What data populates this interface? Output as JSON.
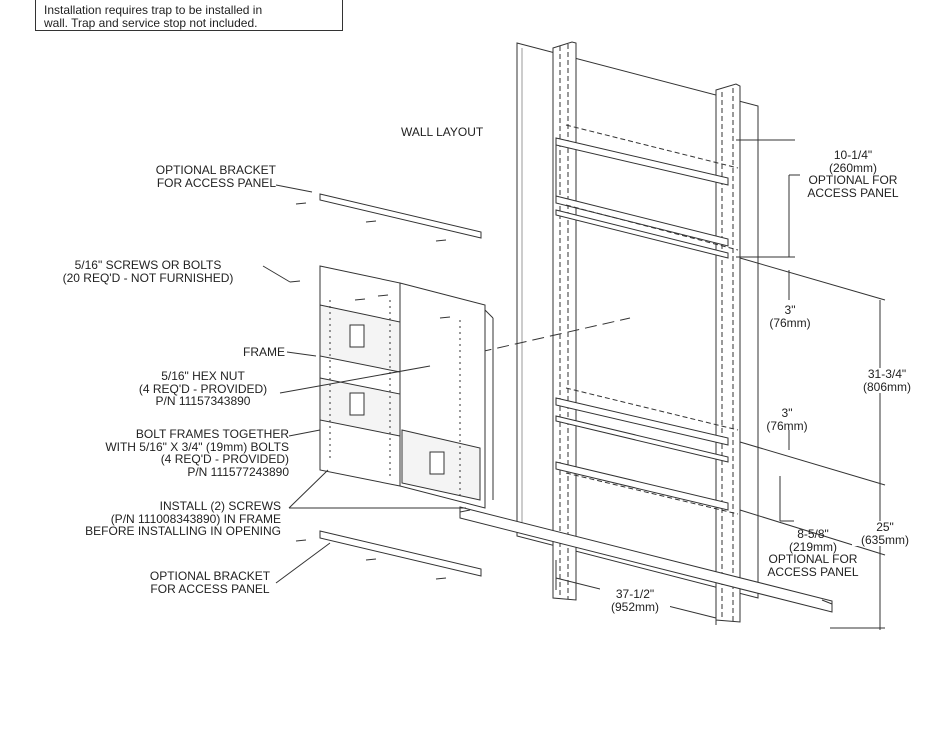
{
  "note": {
    "line1": "Installation requires trap to be installed in",
    "line2": "wall. Trap and service stop not included."
  },
  "title": "WALL LAYOUT",
  "labels": {
    "bracket_top": [
      "OPTIONAL BRACKET",
      "FOR ACCESS PANEL"
    ],
    "screws": [
      "5/16\" SCREWS OR BOLTS",
      "(20 REQ'D - NOT FURNISHED)"
    ],
    "frame": "FRAME",
    "hex_nut": [
      "5/16\" HEX NUT",
      "(4 REQ'D - PROVIDED)",
      "P/N 11157343890"
    ],
    "bolt_frames": [
      "BOLT FRAMES TOGETHER",
      "WITH 5/16\" X 3/4\" (19mm) BOLTS",
      "(4 REQ'D - PROVIDED)",
      "P/N 111577243890"
    ],
    "install_screws": [
      "INSTALL (2) SCREWS",
      "(P/N 111008343890) IN FRAME",
      "BEFORE INSTALLING IN OPENING"
    ],
    "bracket_bottom": [
      "OPTIONAL BRACKET",
      "FOR ACCESS PANEL"
    ]
  },
  "dimensions": {
    "top_panel": [
      "10-1/4\"",
      "(260mm)",
      "OPTIONAL FOR",
      "ACCESS PANEL"
    ],
    "gap_upper": [
      "3\"",
      "(76mm)"
    ],
    "overall_height": [
      "31-3/4\"",
      "(806mm)"
    ],
    "gap_lower": [
      "3\"",
      "(76mm)"
    ],
    "bottom_height": [
      "25\"",
      "(635mm)"
    ],
    "bottom_panel": [
      "8-5/8\"",
      "(219mm)",
      "OPTIONAL FOR",
      "ACCESS PANEL"
    ],
    "width": [
      "37-1/2\"",
      "(952mm)"
    ]
  }
}
